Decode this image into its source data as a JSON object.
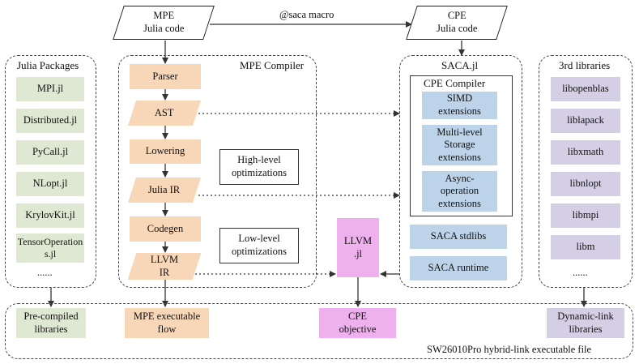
{
  "top": {
    "mpe_code": [
      "MPE",
      "Julia code"
    ],
    "cpe_code": [
      "CPE",
      "Julia code"
    ],
    "macro_label": "@saca macro"
  },
  "julia_packages": {
    "title": "Julia Packages",
    "items": [
      "MPI.jl",
      "Distributed.jl",
      "PyCall.jl",
      "NLopt.jl",
      "KrylovKit.jl",
      "TensorOperations.jl",
      "......"
    ]
  },
  "mpe_compiler": {
    "title": "MPE Compiler",
    "steps": [
      "Parser",
      "AST",
      "Lowering",
      "Julia IR",
      "Codegen",
      "LLVM IR"
    ],
    "high_level": "High-level optimizations",
    "low_level": "Low-level optimizations"
  },
  "llvm_jl": "LLVM .jl",
  "saca": {
    "title": "SACA.jl",
    "cpe_compiler_title": "CPE Compiler",
    "extensions": [
      "SIMD extensions",
      "Multi-level Storage extensions",
      "Async-operation extensions"
    ],
    "stdlibs": "SACA stdlibs",
    "runtime": "SACA runtime"
  },
  "third_libs": {
    "title": "3rd libraries",
    "items": [
      "libopenblas",
      "liblapack",
      "libxmath",
      "libnlopt",
      "libmpi",
      "libm",
      "......"
    ]
  },
  "bottom": {
    "precompiled": "Pre-compiled libraries",
    "mpe_flow": "MPE executable flow",
    "cpe_objective": "CPE objective",
    "dynamic_link": "Dynamic-link libraries",
    "file_label": "SW26010Pro hybrid-link executable file"
  },
  "colors": {
    "green": "#dfe8d2",
    "orange": "#f8d7b9",
    "blue": "#bcd3e9",
    "purple": "#d5cfe6",
    "pink": "#eeb1ee"
  }
}
